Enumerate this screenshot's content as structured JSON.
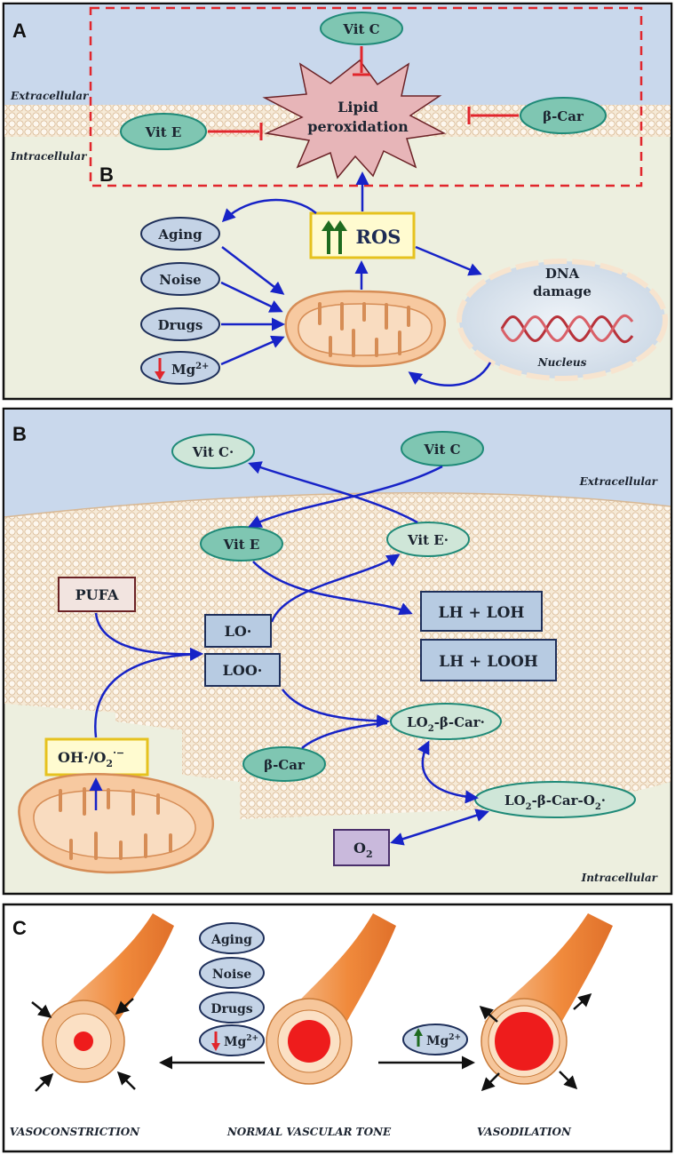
{
  "colors": {
    "extracellular": "#c9d8ec",
    "intracellular": "#edefdf",
    "teal_oval": "#7fc6b2",
    "teal_oval_stroke": "#1f8a78",
    "blue_oval": "#c4d3e6",
    "blue_oval_stroke": "#1e2f5a",
    "blue_box": "#b7cbe2",
    "pufa_box": "#f2e4e0",
    "o2_box": "#c9b9dc",
    "yellow_box": "#fffbd0",
    "arrow_blue": "#1723c7",
    "inhibit_red": "#e1262c",
    "mito": "#f7c9a0",
    "vessel_orange": "#f08a3c",
    "lumen_red": "#ee1c1c"
  },
  "panel_a": {
    "letter": "A",
    "inset_letter": "B",
    "extracellular": "Extracellular",
    "intracellular": "Intracellular",
    "vit_c": "Vit C",
    "vit_e": "Vit E",
    "beta_car": "β-Car",
    "lipid_line1": "Lipid",
    "lipid_line2": "peroxidation",
    "ros": "ROS",
    "factors": [
      "Aging",
      "Noise",
      "Drugs",
      "Mg"
    ],
    "mg_sup": "2+",
    "dna_line1": "DNA",
    "dna_line2": "damage",
    "nucleus": "Nucleus"
  },
  "panel_b": {
    "letter": "B",
    "extracellular": "Extracellular",
    "intracellular": "Intracellular",
    "vit_c_radical": "Vit C·",
    "vit_c": "Vit C",
    "vit_e": "Vit E",
    "vit_e_radical": "Vit E·",
    "pufa": "PUFA",
    "lo": "LO·",
    "loo": "LOO·",
    "lh_loh": "LH + LOH",
    "lh_looh": "LH + LOOH",
    "oh_main": "OH·/O",
    "oh_sub": "2",
    "oh_sup": "·−",
    "beta_car": "β-Car",
    "lo2_car_a": "LO",
    "lo2_car_sub": "2",
    "lo2_car_b": "-β-Car·",
    "lo2_car_o2_a": "LO",
    "lo2_car_o2_sub": "2",
    "lo2_car_o2_b": "-β-Car-O",
    "lo2_car_o2_sub2": "2",
    "lo2_car_o2_c": "·",
    "o2_main": "O",
    "o2_sub": "2"
  },
  "panel_c": {
    "letter": "C",
    "factors": [
      "Aging",
      "Noise",
      "Drugs",
      "Mg"
    ],
    "mg_sup": "2+",
    "mg_up": "Mg",
    "vasoconstriction": "VASOCONSTRICTION",
    "normal": "NORMAL VASCULAR TONE",
    "vasodilation": "VASODILATION"
  }
}
